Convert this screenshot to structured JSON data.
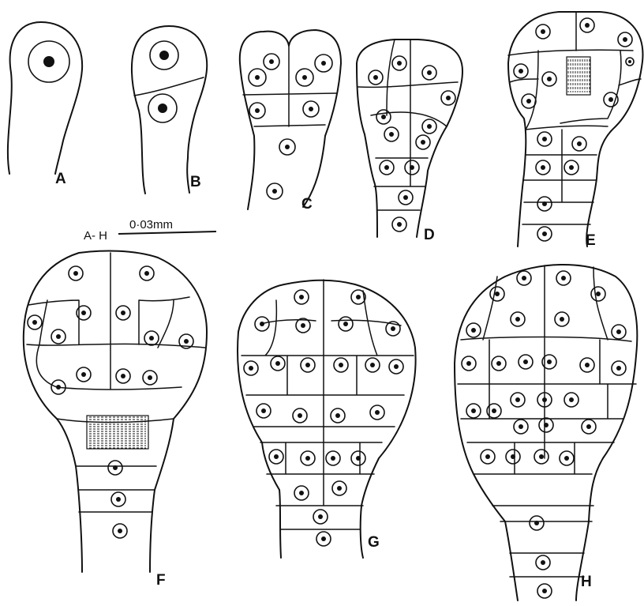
{
  "figure": {
    "panels": [
      {
        "id": "A",
        "label": "A"
      },
      {
        "id": "B",
        "label": "B"
      },
      {
        "id": "C",
        "label": "C"
      },
      {
        "id": "D",
        "label": "D"
      },
      {
        "id": "E",
        "label": "E"
      },
      {
        "id": "F",
        "label": "F"
      },
      {
        "id": "G",
        "label": "G"
      },
      {
        "id": "H",
        "label": "H"
      }
    ],
    "scale_bar": {
      "range_label": "A- H",
      "value_label": "0·03mm"
    }
  }
}
